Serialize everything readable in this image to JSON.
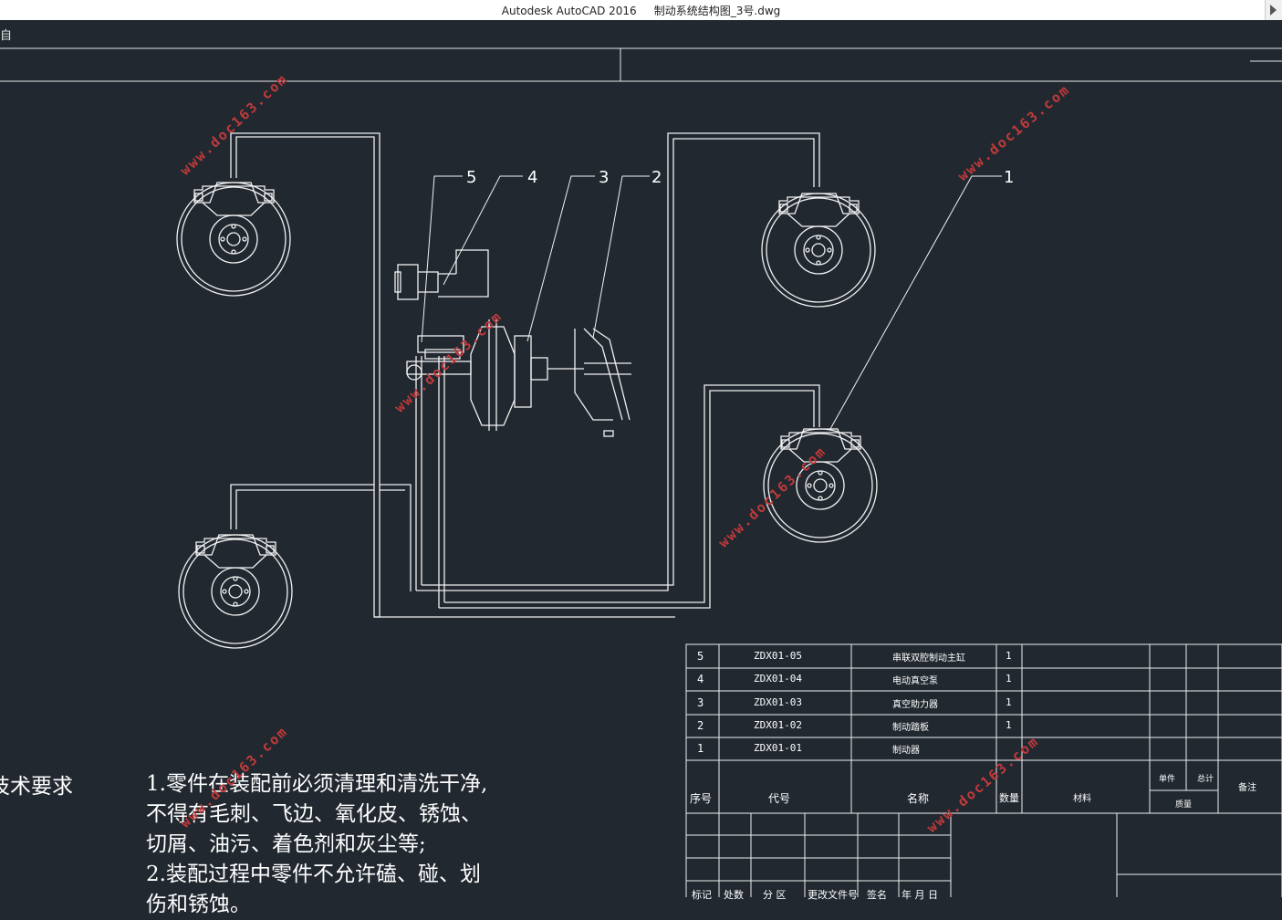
{
  "window": {
    "app_title": "Autodesk AutoCAD 2016",
    "file_name": "制动系统结构图_3号.dwg"
  },
  "menu_stub": "自",
  "balloons": [
    "5",
    "4",
    "3",
    "2",
    "1"
  ],
  "parts": [
    {
      "no": "5",
      "code": "ZDX01-05",
      "name": "串联双腔制动主缸",
      "qty": "1"
    },
    {
      "no": "4",
      "code": "ZDX01-04",
      "name": "电动真空泵",
      "qty": "1"
    },
    {
      "no": "3",
      "code": "ZDX01-03",
      "name": "真空助力器",
      "qty": "1"
    },
    {
      "no": "2",
      "code": "ZDX01-02",
      "name": "制动踏板",
      "qty": "1"
    },
    {
      "no": "1",
      "code": "ZDX01-01",
      "name": "制动器",
      "qty": ""
    }
  ],
  "bom_header": {
    "no": "序号",
    "code": "代号",
    "name": "名称",
    "qty": "数量",
    "material": "材料",
    "unit": "单件",
    "total": "总计",
    "mass": "质量",
    "remark": "备注"
  },
  "revision_header": [
    "标记",
    "处数",
    "分 区",
    "更改文件号",
    "签名",
    "年 月 日"
  ],
  "tech_req": {
    "heading": "技术要求",
    "lines": [
      "1.零件在装配前必须清理和清洗干净,",
      "不得有毛刺、飞边、氧化皮、锈蚀、",
      "切屑、油污、着色剂和灰尘等;",
      "2.装配过程中零件不允许磕、碰、划",
      "伤和锈蚀。"
    ]
  },
  "watermark": "www.doc163.com"
}
